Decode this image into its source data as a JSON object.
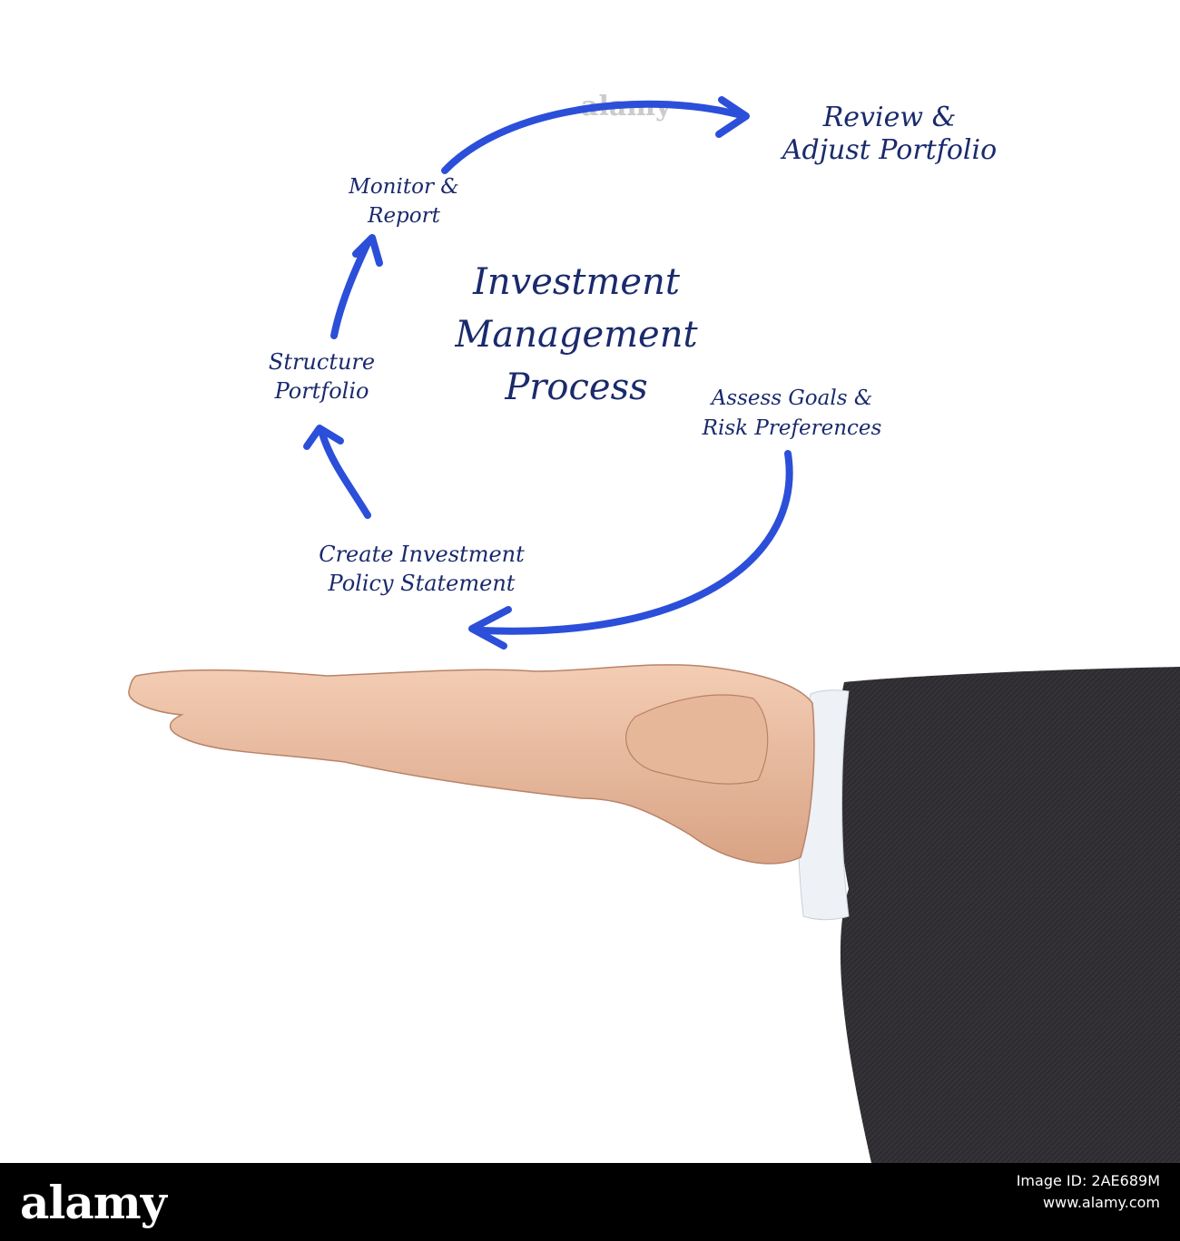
{
  "diagram": {
    "title": [
      "Investment",
      "Management",
      "Process"
    ],
    "steps": [
      {
        "id": "assess",
        "lines": [
          "Assess Goals &",
          "Risk Preferences"
        ]
      },
      {
        "id": "create",
        "lines": [
          "Create Investment",
          "Policy Statement"
        ]
      },
      {
        "id": "structure",
        "lines": [
          "Structure",
          "Portfolio"
        ]
      },
      {
        "id": "monitor",
        "lines": [
          "Monitor &",
          "Report"
        ]
      },
      {
        "id": "review",
        "lines": [
          "Review &",
          "Adjust Portfolio"
        ]
      }
    ],
    "colors": {
      "text": "#1a2a6c",
      "arrow": "#2b4fd9"
    }
  },
  "footer": {
    "logo": "alamy",
    "image_id_label": "Image ID: 2AE689M",
    "site": "www.alamy.com"
  },
  "watermark": "alamy"
}
